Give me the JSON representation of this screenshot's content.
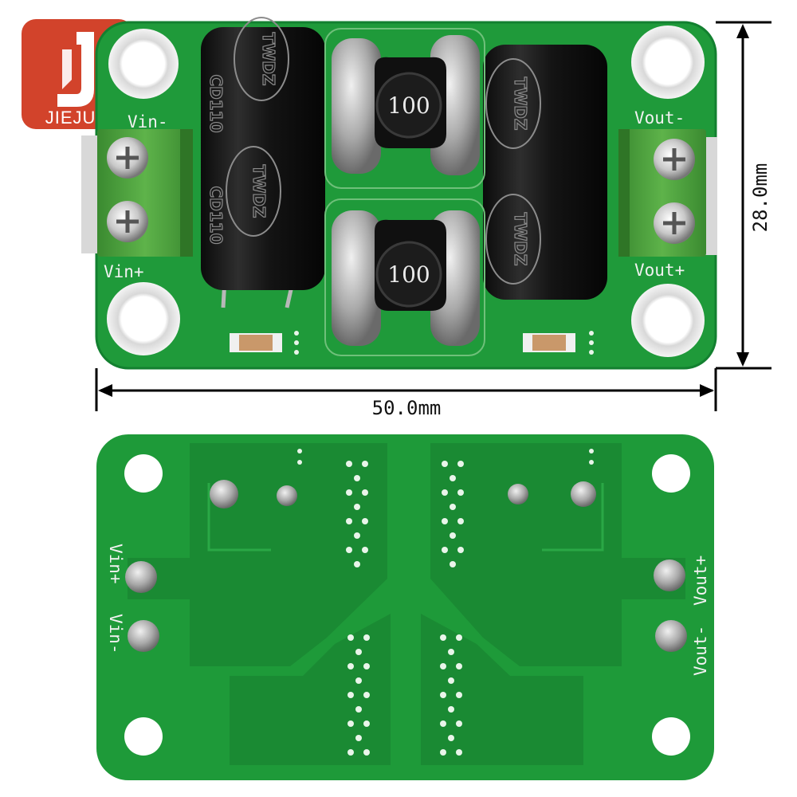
{
  "logo": {
    "text": "JIEJUN",
    "color": "#d2432b"
  },
  "dimensions": {
    "height_label": "28.0mm",
    "width_label": "50.0mm"
  },
  "top_board": {
    "labels": {
      "vin_minus": "Vin-",
      "vin_plus": "Vin+",
      "vout_minus": "Vout-",
      "vout_plus": "Vout+"
    },
    "capacitor_brand": "TWDZ",
    "capacitor_series": "CD110",
    "inductor_value": "100"
  },
  "bottom_board": {
    "labels": {
      "vin_plus": "Vin+",
      "vin_minus": "Vin-",
      "vout_plus": "Vout+",
      "vout_minus": "Vout-"
    }
  },
  "colors": {
    "pcb": "#1f9a3a",
    "pcb_dark": "#167a2c",
    "terminal": "#4c9a3c",
    "capacitor": "#1a1a1a"
  }
}
